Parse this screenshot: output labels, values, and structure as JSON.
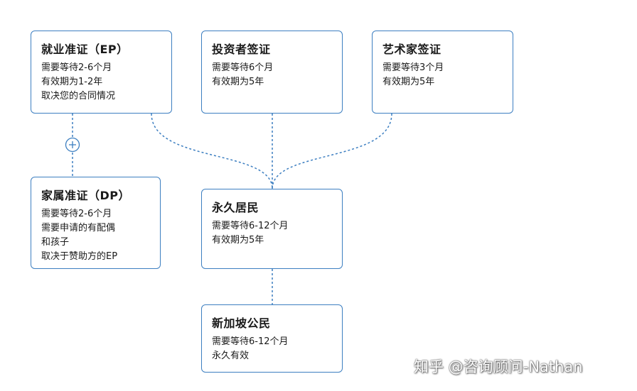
{
  "boxes": {
    "ep": {
      "title": "就业准证（EP）",
      "lines": [
        "需要等待2-6个月",
        "有效期为1-2年",
        "取决您的合同情况"
      ]
    },
    "investor": {
      "title": "投资者签证",
      "lines": [
        "需要等待6个月",
        "有效期为5年"
      ]
    },
    "artist": {
      "title": "艺术家签证",
      "lines": [
        "需要等待3个月",
        "有效期为5年"
      ]
    },
    "dp": {
      "title": "家属准证（DP）",
      "lines": [
        "需要等待2-6个月",
        "需要申请的有配偶",
        "和孩子",
        "取决于赞助方的EP"
      ]
    },
    "pr": {
      "title": "永久居民",
      "lines": [
        "需要等待6-12个月",
        "有效期为5年"
      ]
    },
    "citizen": {
      "title": "新加坡公民",
      "lines": [
        "需要等待6-12个月",
        "永久有效"
      ]
    }
  },
  "watermark": "知乎 @咨询顾问-Nathan",
  "colors": {
    "border": "#3d7fc1",
    "connector": "#3d7fc1"
  },
  "icons": {
    "plus": "plus-circle-icon"
  }
}
